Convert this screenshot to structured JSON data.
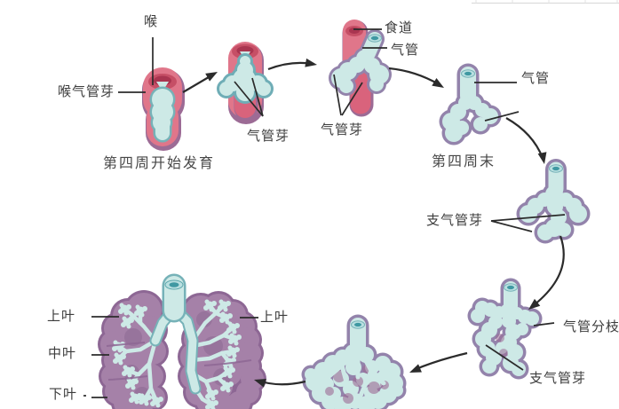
{
  "labels": {
    "larynx": "喉",
    "laryngotracheal_bud": "喉气管芽",
    "week4_start_caption": "第四周开始发育",
    "tracheal_buds_stage2": "气管芽",
    "esophagus": "食道",
    "trachea_stage3": "气管",
    "tracheal_buds_stage3": "气管芽",
    "trachea_stage4": "气管",
    "week4_end_caption": "第四周末",
    "bronchial_buds_stage5": "支气管芽",
    "tracheal_branches": "气管分枝",
    "bronchial_buds_stage6": "支气管芽",
    "left_upper_lobe": "上叶",
    "middle_lobe": "中叶",
    "lower_lobe": "下叶",
    "right_upper_lobe": "上叶"
  },
  "colors": {
    "background": "#ffffff",
    "tube_pink": "#e0768a",
    "tube_rim_red": "#c64f66",
    "tube_inner_red": "#a93550",
    "tube_lower_red": "#d9637c",
    "shadow_mauve": "#9c6b95",
    "bud_cyan": "#cde9e6",
    "bud_teal_outline": "#76b2b8",
    "bud_mauve_outline": "#9383ab",
    "lung_mauve": "#a581a8",
    "lung_mauve_dark": "#8d6794",
    "opening_teal": "#3f98a2",
    "line_dark": "#2b2b2b"
  }
}
